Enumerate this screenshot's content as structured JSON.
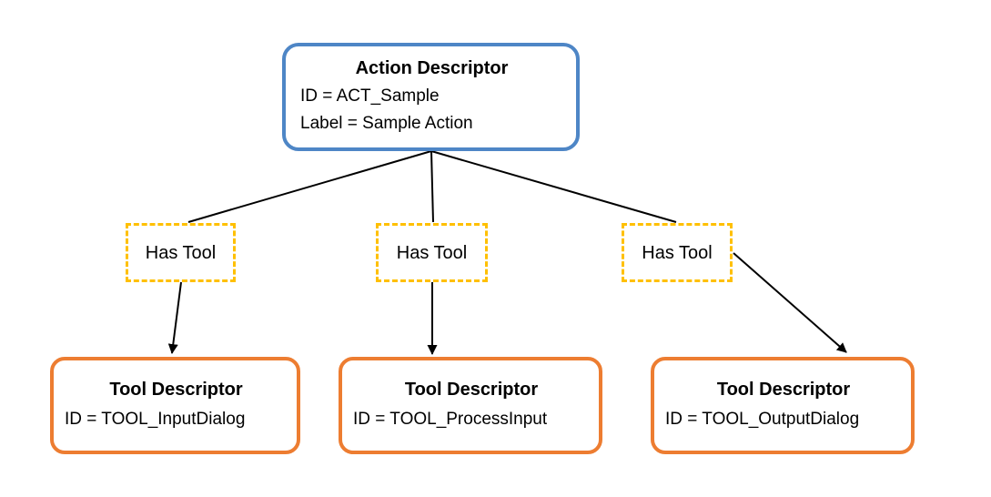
{
  "diagram": {
    "action_descriptor": {
      "title": "Action Descriptor",
      "id_line": "ID = ACT_Sample",
      "label_line": "Label = Sample Action"
    },
    "relations": [
      {
        "label": "Has Tool"
      },
      {
        "label": "Has Tool"
      },
      {
        "label": "Has Tool"
      }
    ],
    "tool_descriptors": [
      {
        "title": "Tool Descriptor",
        "id_line": "ID = TOOL_InputDialog"
      },
      {
        "title": "Tool Descriptor",
        "id_line": "ID = TOOL_ProcessInput"
      },
      {
        "title": "Tool Descriptor",
        "id_line": "ID = TOOL_OutputDialog"
      }
    ],
    "colors": {
      "action_border": "#4E86C6",
      "tool_border": "#ED7D31",
      "relation_border": "#FFC000",
      "connector": "#000000"
    }
  }
}
